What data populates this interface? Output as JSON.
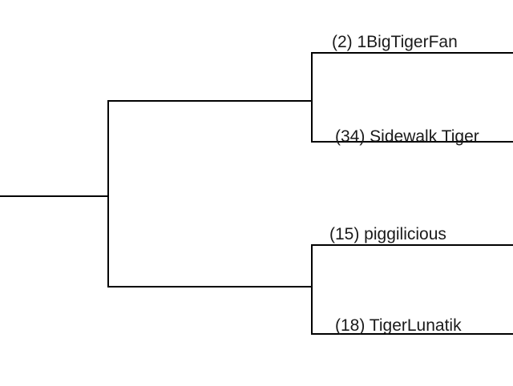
{
  "bracket": {
    "type": "single-elimination",
    "direction": "right-to-left",
    "colors": {
      "line": "#000000",
      "text": "#1a1a1a",
      "background": "#ffffff"
    },
    "matches": [
      {
        "id": "top-match",
        "entrants": [
          {
            "seed": "2",
            "name": "1BigTigerFan",
            "label": "(2) 1BigTigerFan"
          },
          {
            "seed": "34",
            "name": "Sidewalk Tiger",
            "label": "(34) Sidewalk Tiger"
          }
        ]
      },
      {
        "id": "bottom-match",
        "entrants": [
          {
            "seed": "15",
            "name": "piggilicious",
            "label": "(15) piggilicious"
          },
          {
            "seed": "18",
            "name": "TigerLunatik",
            "label": "(18) TigerLunatik"
          }
        ]
      }
    ]
  }
}
